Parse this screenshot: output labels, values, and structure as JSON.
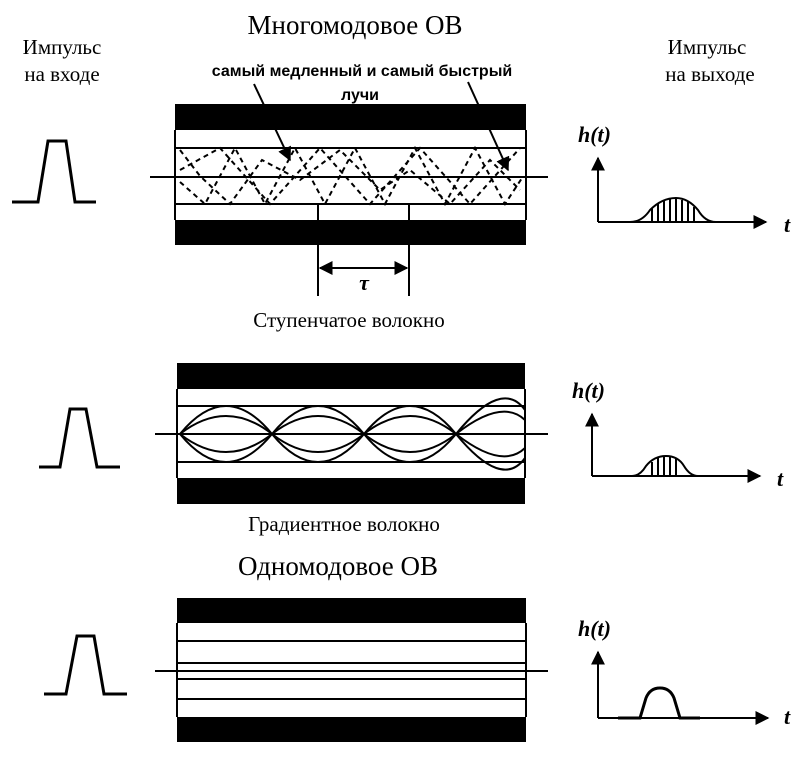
{
  "headers": {
    "input_pulse": [
      "Импульс",
      "на входе"
    ],
    "output_pulse": [
      "Импульс",
      "на выходе"
    ]
  },
  "sections": {
    "multimode_title": "Многомодовое ОВ",
    "rays_label": [
      "самый медленный и самый быстрый",
      "лучи"
    ],
    "tau_label": "τ",
    "step_caption": "Ступенчатое волокно",
    "graded_caption": "Градиентное волокно",
    "singlemode_title": "Одномодовое ОВ"
  },
  "axes": {
    "y_label": "h(t)",
    "x_label": "t"
  },
  "colors": {
    "ink": "#000000",
    "background": "#ffffff"
  }
}
